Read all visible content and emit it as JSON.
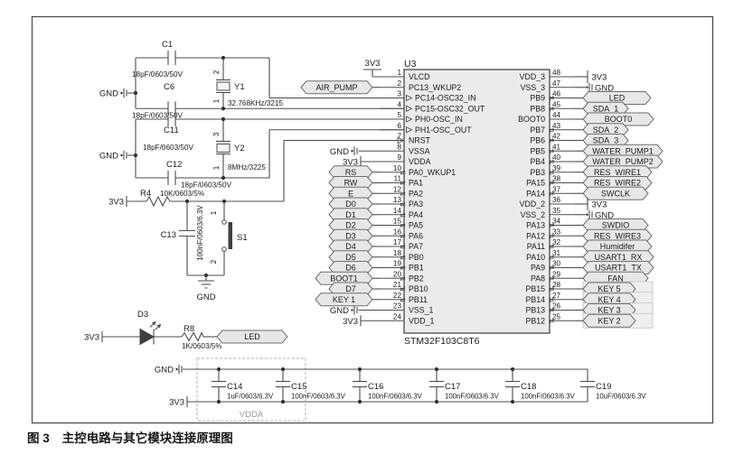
{
  "caption": {
    "fig_label": "图 3",
    "title": "主控电路与其它模块连接原理图"
  },
  "power": {
    "v3": "3V3",
    "gnd": "GND"
  },
  "colors": {
    "line": "#4d4d4d",
    "text": "#1a1a1a",
    "component_fill": "#ebebeb",
    "flag_fill": "#e7e7e7",
    "crystal_fill": "#f4f4f4",
    "vdda_label": "#9a9a9a"
  },
  "mcu": {
    "ref": "U3",
    "part": "STM32F103C8T6",
    "left_pins": [
      {
        "num": "1",
        "name": "VLCD"
      },
      {
        "num": "2",
        "name": "PC13_WKUP2"
      },
      {
        "num": "3",
        "name": "PC14-OSC32_IN"
      },
      {
        "num": "4",
        "name": "PC15-OSC32_OUT"
      },
      {
        "num": "5",
        "name": "PH0-OSC_IN"
      },
      {
        "num": "6",
        "name": "PH1-OSC_OUT"
      },
      {
        "num": "7",
        "name": "NRST"
      },
      {
        "num": "8",
        "name": "VSSA"
      },
      {
        "num": "9",
        "name": "VDDA"
      },
      {
        "num": "10",
        "name": "PA0_WKUP1"
      },
      {
        "num": "11",
        "name": "PA1"
      },
      {
        "num": "12",
        "name": "PA2"
      },
      {
        "num": "13",
        "name": "PA3"
      },
      {
        "num": "14",
        "name": "PA4"
      },
      {
        "num": "15",
        "name": "PA5"
      },
      {
        "num": "16",
        "name": "PA6"
      },
      {
        "num": "17",
        "name": "PA7"
      },
      {
        "num": "18",
        "name": "PB0"
      },
      {
        "num": "19",
        "name": "PB1"
      },
      {
        "num": "20",
        "name": "PB2"
      },
      {
        "num": "21",
        "name": "PB10"
      },
      {
        "num": "22",
        "name": "PB11"
      },
      {
        "num": "23",
        "name": "VSS_1"
      },
      {
        "num": "24",
        "name": "VDD_1"
      }
    ],
    "right_pins": [
      {
        "num": "48",
        "name": "VDD_3"
      },
      {
        "num": "47",
        "name": "VSS_3"
      },
      {
        "num": "46",
        "name": "PB9"
      },
      {
        "num": "45",
        "name": "PB8"
      },
      {
        "num": "44",
        "name": "BOOT0"
      },
      {
        "num": "43",
        "name": "PB7"
      },
      {
        "num": "42",
        "name": "PB6"
      },
      {
        "num": "41",
        "name": "PB5"
      },
      {
        "num": "40",
        "name": "PB4"
      },
      {
        "num": "39",
        "name": "PB3"
      },
      {
        "num": "38",
        "name": "PA15"
      },
      {
        "num": "37",
        "name": "PA14"
      },
      {
        "num": "36",
        "name": "VDD_2"
      },
      {
        "num": "35",
        "name": "VSS_2"
      },
      {
        "num": "34",
        "name": "PA13"
      },
      {
        "num": "33",
        "name": "PA12"
      },
      {
        "num": "32",
        "name": "PA11"
      },
      {
        "num": "31",
        "name": "PA10"
      },
      {
        "num": "30",
        "name": "PA9"
      },
      {
        "num": "29",
        "name": "PA8"
      },
      {
        "num": "28",
        "name": "PB15"
      },
      {
        "num": "27",
        "name": "PB14"
      },
      {
        "num": "26",
        "name": "PB13"
      },
      {
        "num": "25",
        "name": "PB12"
      }
    ]
  },
  "left_conn": [
    {
      "type": "power",
      "label": "3V3"
    },
    {
      "type": "flag",
      "label": "AIR_PUMP"
    },
    {
      "type": "wire"
    },
    {
      "type": "wire"
    },
    {
      "type": "wire"
    },
    {
      "type": "wire"
    },
    {
      "type": "wire"
    },
    {
      "type": "power",
      "label": "GND"
    },
    {
      "type": "power",
      "label": "3V3"
    },
    {
      "type": "flag",
      "label": "RS"
    },
    {
      "type": "flag",
      "label": "RW"
    },
    {
      "type": "flag",
      "label": "E"
    },
    {
      "type": "flag",
      "label": "D0"
    },
    {
      "type": "flag",
      "label": "D1"
    },
    {
      "type": "flag",
      "label": "D2"
    },
    {
      "type": "flag",
      "label": "D3"
    },
    {
      "type": "flag",
      "label": "D4"
    },
    {
      "type": "flag",
      "label": "D5"
    },
    {
      "type": "flag",
      "label": "D6"
    },
    {
      "type": "flag",
      "label": "BOOT1"
    },
    {
      "type": "flag",
      "label": "D7"
    },
    {
      "type": "flag",
      "label": "KEY 1"
    },
    {
      "type": "power",
      "label": "GND"
    },
    {
      "type": "power",
      "label": "3V3"
    }
  ],
  "right_conn": [
    {
      "type": "power",
      "label": "3V3"
    },
    {
      "type": "power",
      "label": "GND"
    },
    {
      "type": "flag",
      "label": "LED"
    },
    {
      "type": "flag",
      "label": "SDA_1"
    },
    {
      "type": "flag",
      "label": "BOOT0"
    },
    {
      "type": "flag",
      "label": "SDA_2"
    },
    {
      "type": "flag",
      "label": "SDA_3"
    },
    {
      "type": "flag",
      "label": "WATER_PUMP1"
    },
    {
      "type": "flag",
      "label": "WATER_PUMP2"
    },
    {
      "type": "flag",
      "label": "RES_WIRE1"
    },
    {
      "type": "flag",
      "label": "RES_WIRE2"
    },
    {
      "type": "flag",
      "label": "SWCLK"
    },
    {
      "type": "power",
      "label": "3V3"
    },
    {
      "type": "power",
      "label": "GND"
    },
    {
      "type": "flag",
      "label": "SWDIO"
    },
    {
      "type": "flag",
      "label": "RES_WIRE3"
    },
    {
      "type": "flag",
      "label": "Humidifer"
    },
    {
      "type": "flag",
      "label": "USART1_RX"
    },
    {
      "type": "flag",
      "label": "USART1_TX"
    },
    {
      "type": "flag",
      "label": "FAN"
    },
    {
      "type": "flag",
      "label": "KEY 5"
    },
    {
      "type": "flag",
      "label": "KEY 4"
    },
    {
      "type": "flag",
      "label": "KEY 3"
    },
    {
      "type": "flag",
      "label": "KEY 2"
    }
  ],
  "components": {
    "c1": {
      "ref": "C1",
      "value": "18pF/0603/50V"
    },
    "c6": {
      "ref": "C6",
      "value": "18pF/0603/50V"
    },
    "c11": {
      "ref": "C11",
      "value": "18pF/0603/50V"
    },
    "c12": {
      "ref": "C12",
      "value": "18pF/0603/50V"
    },
    "y1": {
      "ref": "Y1",
      "value": "32.768KHz/3215",
      "pin_top": "2",
      "pin_bottom": "1"
    },
    "y2": {
      "ref": "Y2",
      "value": "8MHz/3225",
      "pin_top": "3",
      "pin_bottom": "1"
    },
    "r4": {
      "ref": "R4",
      "value": "10K/0603/5%"
    },
    "c13": {
      "ref": "C13",
      "value": "100nF/0603/6.3V"
    },
    "s1": {
      "ref": "S1",
      "pin_top": "1",
      "pin_bottom": "2"
    },
    "d3": {
      "ref": "D3"
    },
    "r8": {
      "ref": "R8",
      "value": "1K/0603/5%"
    },
    "led_net": "LED",
    "vdda_label": "VDDA",
    "caps_bottom": [
      {
        "ref": "C14",
        "value": "1uF/0603/6.3V"
      },
      {
        "ref": "C15",
        "value": "100nF/0603/6.3V"
      },
      {
        "ref": "C16",
        "value": "100nF/0603/6.3V"
      },
      {
        "ref": "C17",
        "value": "100nF/0603/6.3V"
      },
      {
        "ref": "C18",
        "value": "100nF/0603/6.3V"
      },
      {
        "ref": "C19",
        "value": "10uF/0603/6.3V"
      }
    ]
  }
}
